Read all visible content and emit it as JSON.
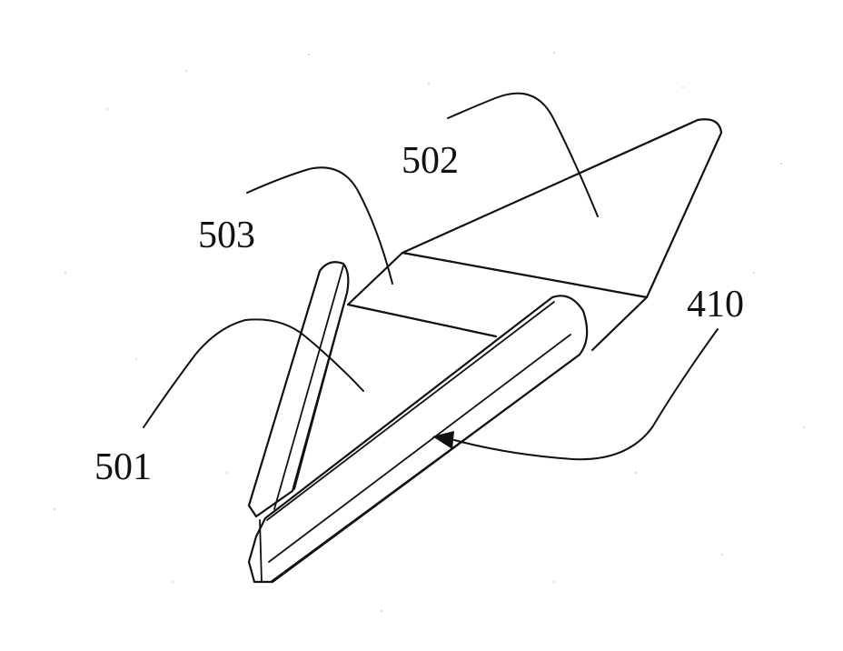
{
  "figure": {
    "labels": {
      "part_501": "501",
      "part_502": "502",
      "part_503": "503",
      "part_410": "410"
    },
    "ink_color": "#111111",
    "background_color": "#ffffff"
  }
}
